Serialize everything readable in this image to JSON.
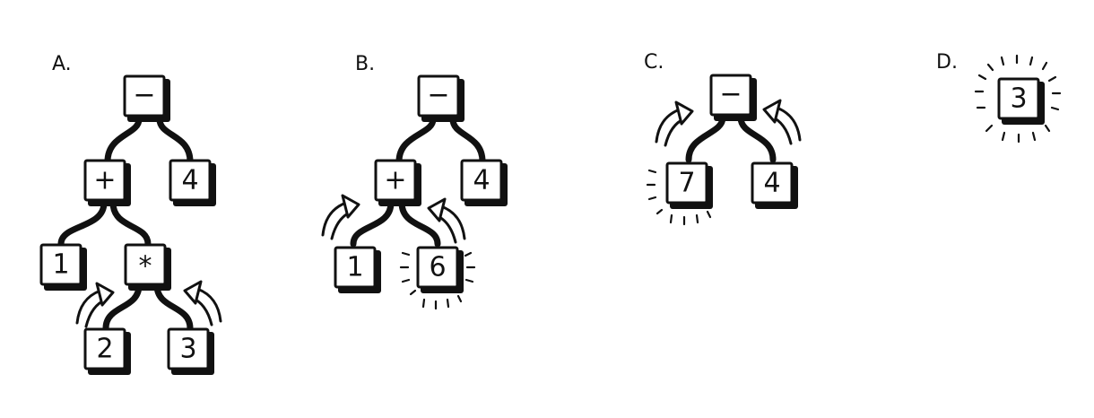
{
  "panels": [
    {
      "label": "A.",
      "nodes": {
        "root": "−",
        "plus": "+",
        "four": "4",
        "one": "1",
        "times": "*",
        "two": "2",
        "three": "3"
      }
    },
    {
      "label": "B.",
      "nodes": {
        "root": "−",
        "plus": "+",
        "four": "4",
        "one": "1",
        "six": "6"
      }
    },
    {
      "label": "C.",
      "nodes": {
        "root": "−",
        "seven": "7",
        "four": "4"
      }
    },
    {
      "label": "D.",
      "nodes": {
        "result": "3"
      }
    }
  ],
  "colors": {
    "ink": "#111111",
    "background": "#ffffff"
  }
}
